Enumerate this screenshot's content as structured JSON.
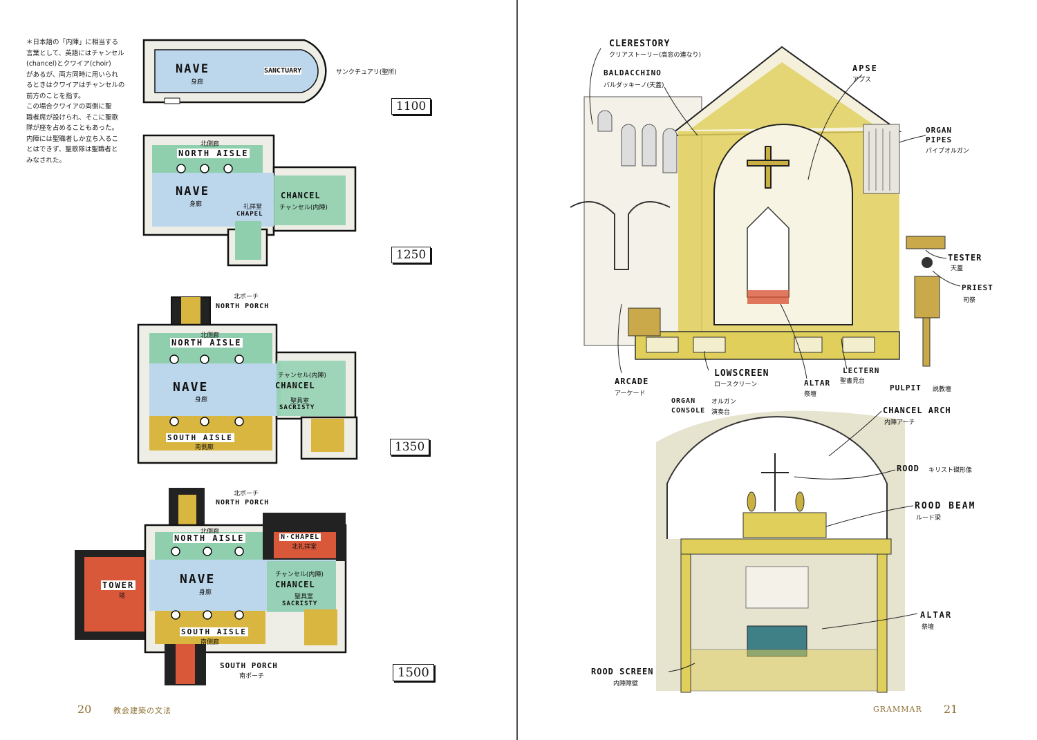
{
  "left": {
    "note": [
      "＊日本語の「内陣」に相当する",
      "言葉として、英語にはチャンセル",
      "(chancel)とクワイア(choir)",
      "があるが、両方同時に用いられ",
      "るときはクワイアはチャンセルの",
      "前方のことを指す。",
      "この場合クワイアの両側に聖",
      "職者席が設けられ、そこに聖歌",
      "隊が座を占めることもあった。",
      "内陣には聖職者しか立ち入るこ",
      "とはできず、聖歌隊は聖職者と",
      "みなされた。"
    ],
    "plan1100": {
      "year": "1100",
      "nave": "NAVE",
      "nave_jp": "身廊",
      "sanctuary": "SANCTUARY",
      "sanctuary_jp": "サンクチュアリ(聖所)"
    },
    "plan1250": {
      "year": "1250",
      "north_aisle": "NORTH AISLE",
      "north_aisle_jp": "北側廊",
      "nave": "NAVE",
      "nave_jp": "身廊",
      "chancel": "CHANCEL",
      "chancel_jp": "チャンセル(内陣)",
      "chapel_jp": "礼拝堂",
      "chapel": "CHAPEL"
    },
    "plan1350": {
      "year": "1350",
      "north_porch_jp": "北ポーチ",
      "north_porch": "NORTH PORCH",
      "north_aisle_jp": "北側廊",
      "north_aisle": "NORTH AISLE",
      "nave": "NAVE",
      "nave_jp": "身廊",
      "chancel_jp": "チャンセル(内陣)",
      "chancel": "CHANCEL",
      "sacristy_jp": "聖具室",
      "sacristy": "SACRISTY",
      "south_aisle": "SOUTH AISLE",
      "south_aisle_jp": "南側廊"
    },
    "plan1500": {
      "year": "1500",
      "north_porch_jp": "北ポーチ",
      "north_porch": "NORTH PORCH",
      "north_aisle_jp": "北側廊",
      "north_aisle": "NORTH AISLE",
      "n_chapel": "N·CHAPEL",
      "n_chapel_jp": "北礼拝堂",
      "tower": "TOWER",
      "tower_jp": "塔",
      "nave": "NAVE",
      "nave_jp": "身廊",
      "chancel_jp": "チャンセル(内陣)",
      "chancel": "CHANCEL",
      "sacristy_jp": "聖具室",
      "sacristy": "SACRISTY",
      "south_aisle": "SOUTH AISLE",
      "south_aisle_jp": "南側廊",
      "south_porch": "SOUTH PORCH",
      "south_porch_jp": "南ポーチ"
    },
    "folio": "20",
    "running_head": "教会建築の文法"
  },
  "right": {
    "top": {
      "clerestory": "CLERESTORY",
      "clerestory_jp": "クリアストーリー(高窓の連なり)",
      "baldacchino": "BALDACCHINO",
      "baldacchino_jp": "バルダッキーノ(天蓋)",
      "apse": "APSE",
      "apse_jp": "アプス",
      "organ_pipes": "ORGAN PIPES",
      "organ_pipes_jp": "パイプオルガン",
      "tester": "TESTER",
      "tester_jp": "天蓋",
      "priest": "PRIEST",
      "priest_jp": "司祭",
      "arcade": "ARCADE",
      "arcade_jp": "アーケード",
      "lowscreen": "LOWSCREEN",
      "lowscreen_jp": "ロースクリーン",
      "lectern": "LECTERN",
      "lectern_jp": "聖書見台",
      "altar": "ALTAR",
      "altar_jp": "祭壇",
      "pulpit": "PULPIT",
      "pulpit_jp": "説教壇",
      "organ_console": "ORGAN CONSOLE",
      "organ_jp": "オルガン",
      "console_jp": "演奏台"
    },
    "bottom": {
      "chancel_arch": "CHANCEL ARCH",
      "chancel_arch_jp": "内陣アーチ",
      "rood": "ROOD",
      "rood_jp": "キリスト磔形像",
      "rood_beam": "ROOD BEAM",
      "rood_beam_jp": "ルード梁",
      "altar": "ALTAR",
      "altar_jp": "祭壇",
      "rood_screen": "ROOD SCREEN",
      "rood_screen_jp": "内陣障壁"
    },
    "running_head": "GRAMMAR",
    "folio": "21"
  },
  "colors": {
    "nave": "#bcd6ec",
    "aisle": "#8fcfae",
    "ochre": "#d9b640",
    "red": "#d9583a",
    "wall": "#222222",
    "yellow": "#e0cf5a",
    "teal": "#3f7f86",
    "stone": "#e6e3cf"
  }
}
